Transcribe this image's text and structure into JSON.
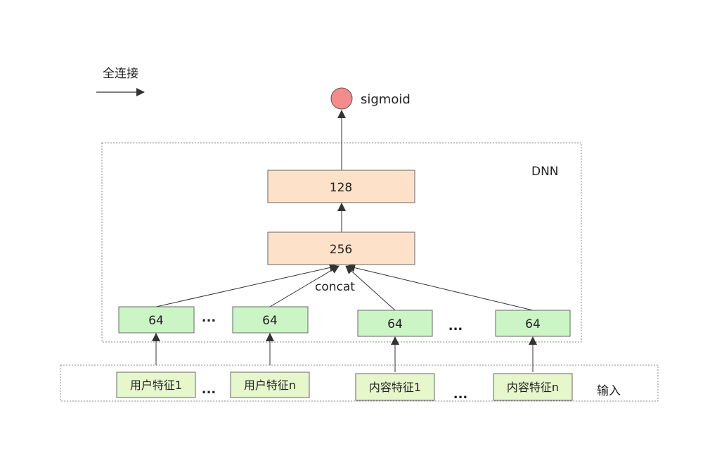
{
  "legend": {
    "label": "全连接"
  },
  "output": {
    "label": "sigmoid",
    "color": "#f58b8b"
  },
  "dnn": {
    "label": "DNN",
    "layers": [
      {
        "label": "128"
      },
      {
        "label": "256"
      }
    ],
    "layer_fill": "#fde1c9",
    "concat_label": "concat",
    "embeddings": [
      {
        "label": "64"
      },
      {
        "label": "64"
      },
      {
        "label": "64"
      },
      {
        "label": "64"
      }
    ],
    "embed_fill": "#ccf5c6",
    "ellipsis": "..."
  },
  "input": {
    "label": "输入",
    "features": [
      {
        "label": "用户特征1"
      },
      {
        "label": "用户特征n"
      },
      {
        "label": "内容特征1"
      },
      {
        "label": "内容特征n"
      }
    ],
    "ellipsis": "..."
  }
}
